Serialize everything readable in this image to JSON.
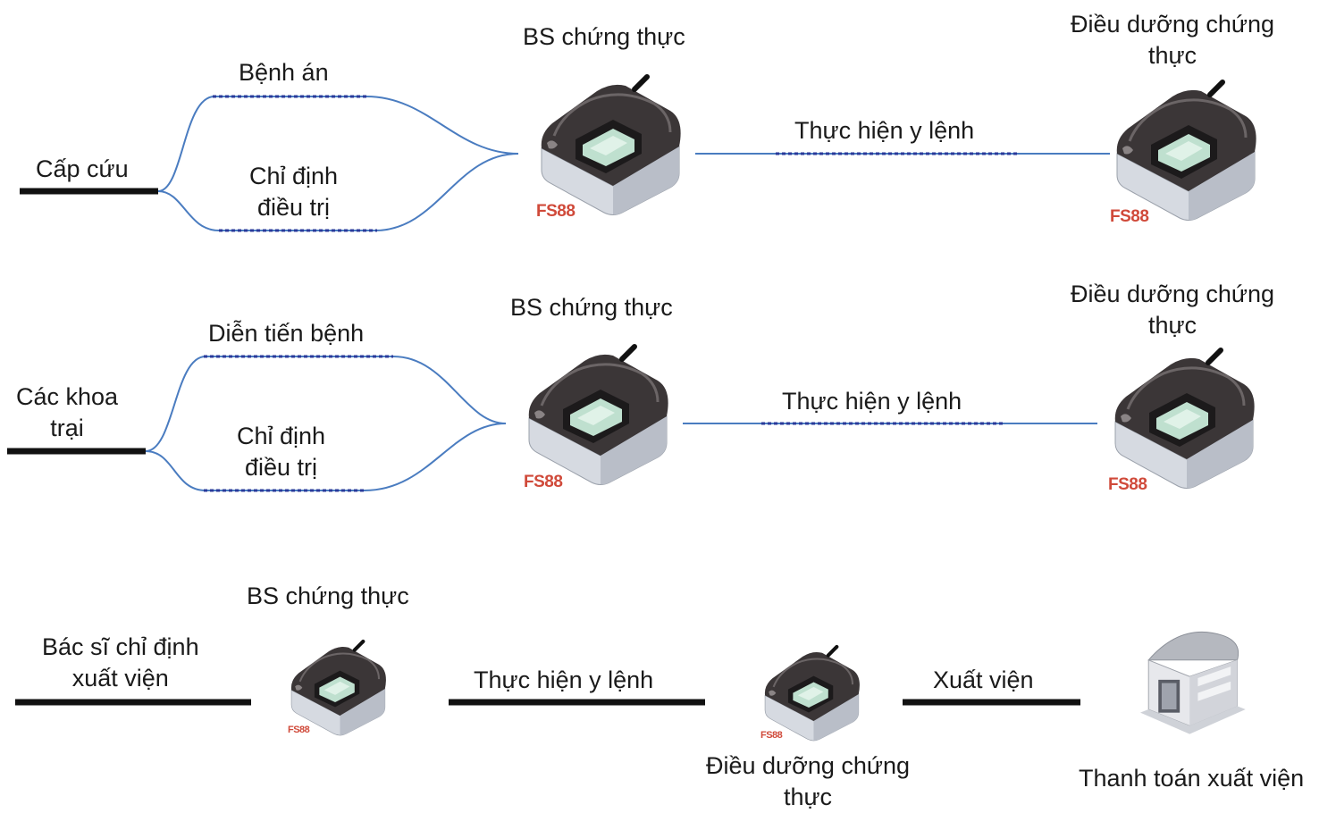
{
  "colors": {
    "thick_line": "#111111",
    "curve": "#4a7cc0",
    "dashed": "#2a3a9a",
    "brand": "#d04a3a",
    "scanner_top": "#3b3637",
    "scanner_body": "#d7dbe2"
  },
  "rows": [
    {
      "start_label": "Cấp cứu",
      "branch_top": "Bệnh án",
      "branch_bottom": [
        "Chỉ định",
        "điều trị"
      ],
      "doctor_label": "BS chứng thực",
      "link_label": "Thực hiện y lệnh",
      "nurse_label": [
        "Điều dưỡng chứng",
        "thực"
      ],
      "device_brand": "FS88",
      "nurse_brand": "FS88"
    },
    {
      "start_label": [
        "Các khoa",
        "trại"
      ],
      "branch_top": "Diễn tiến bệnh",
      "branch_bottom": [
        "Chỉ định",
        "điều trị"
      ],
      "doctor_label": "BS chứng thực",
      "link_label": "Thực hiện y lệnh",
      "nurse_label": [
        "Điều dưỡng chứng",
        "thực"
      ],
      "device_brand": "FS88",
      "nurse_brand": "FS88"
    }
  ],
  "discharge": {
    "start_label": [
      "Bác sĩ chỉ định",
      "xuất viện"
    ],
    "doctor_label": "BS chứng thực",
    "device_brand": "FS88",
    "link_label": "Thực hiện y lệnh",
    "nurse_label": [
      "Điều dưỡng chứng",
      "thực"
    ],
    "nurse_brand": "FS88",
    "exit_label": "Xuất viện",
    "payment_label": "Thanh toán xuất viện"
  }
}
